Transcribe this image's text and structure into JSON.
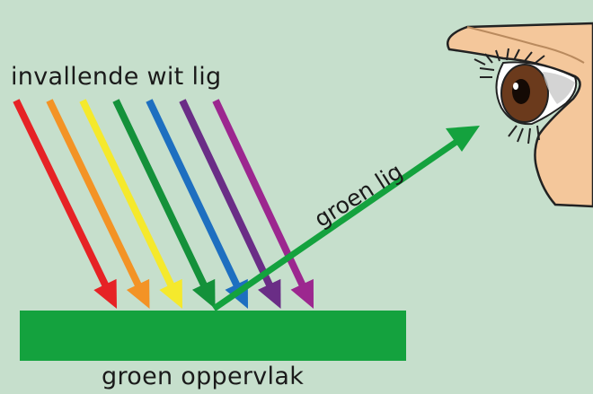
{
  "labels": {
    "incoming_light": "invallende wit lig",
    "reflected_light": "groen lig",
    "surface": "groen oppervlak"
  },
  "colors": {
    "background": "#c6dfcc",
    "surface": "#14a23e",
    "reflected_ray": "#14a23e",
    "rays": [
      "#e62225",
      "#f39325",
      "#f5e92c",
      "#14913a",
      "#1e6fc0",
      "#6a2d86",
      "#9c278f"
    ]
  },
  "rays": [
    {
      "name": "red",
      "color": "#e62225"
    },
    {
      "name": "orange",
      "color": "#f39325"
    },
    {
      "name": "yellow",
      "color": "#f5e92c"
    },
    {
      "name": "green",
      "color": "#14913a"
    },
    {
      "name": "blue",
      "color": "#1e6fc0"
    },
    {
      "name": "indigo",
      "color": "#6a2d86"
    },
    {
      "name": "violet",
      "color": "#9c278f"
    }
  ],
  "icons": {
    "eye": "eye-icon"
  }
}
